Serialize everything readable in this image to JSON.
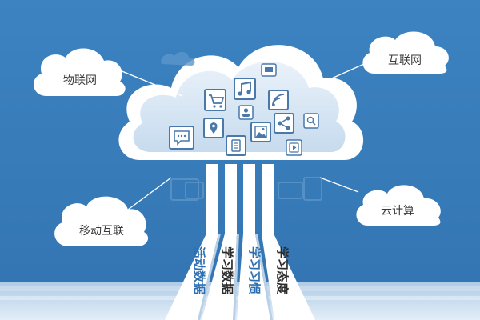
{
  "colors": {
    "background": "#3a7fbd",
    "cloud_inner": "#dde9f5",
    "tile_fill": "#4a78a8",
    "stripe_blue_text": "#2c6fb0",
    "stripe_dark_text": "#2b2b2b"
  },
  "center": {
    "icons": [
      "music-icon",
      "display-icon",
      "shopping-cart-icon",
      "profile-card-icon",
      "wifi-signal-icon",
      "chat-icon",
      "location-pin-icon",
      "document-icon",
      "image-icon",
      "share-icon",
      "search-icon",
      "media-icon"
    ]
  },
  "bubbles": {
    "iot": "物联网",
    "internet": "互联网",
    "mobile_internet": "移动互联",
    "cloud_computing": "云计算"
  },
  "stripes": [
    {
      "text": "活动数据",
      "color": "#2c6fb0"
    },
    {
      "text": "学习数据",
      "color": "#2b2b2b"
    },
    {
      "text": "学习习惯",
      "color": "#2c6fb0"
    },
    {
      "text": "学习态度",
      "color": "#2b2b2b"
    }
  ]
}
